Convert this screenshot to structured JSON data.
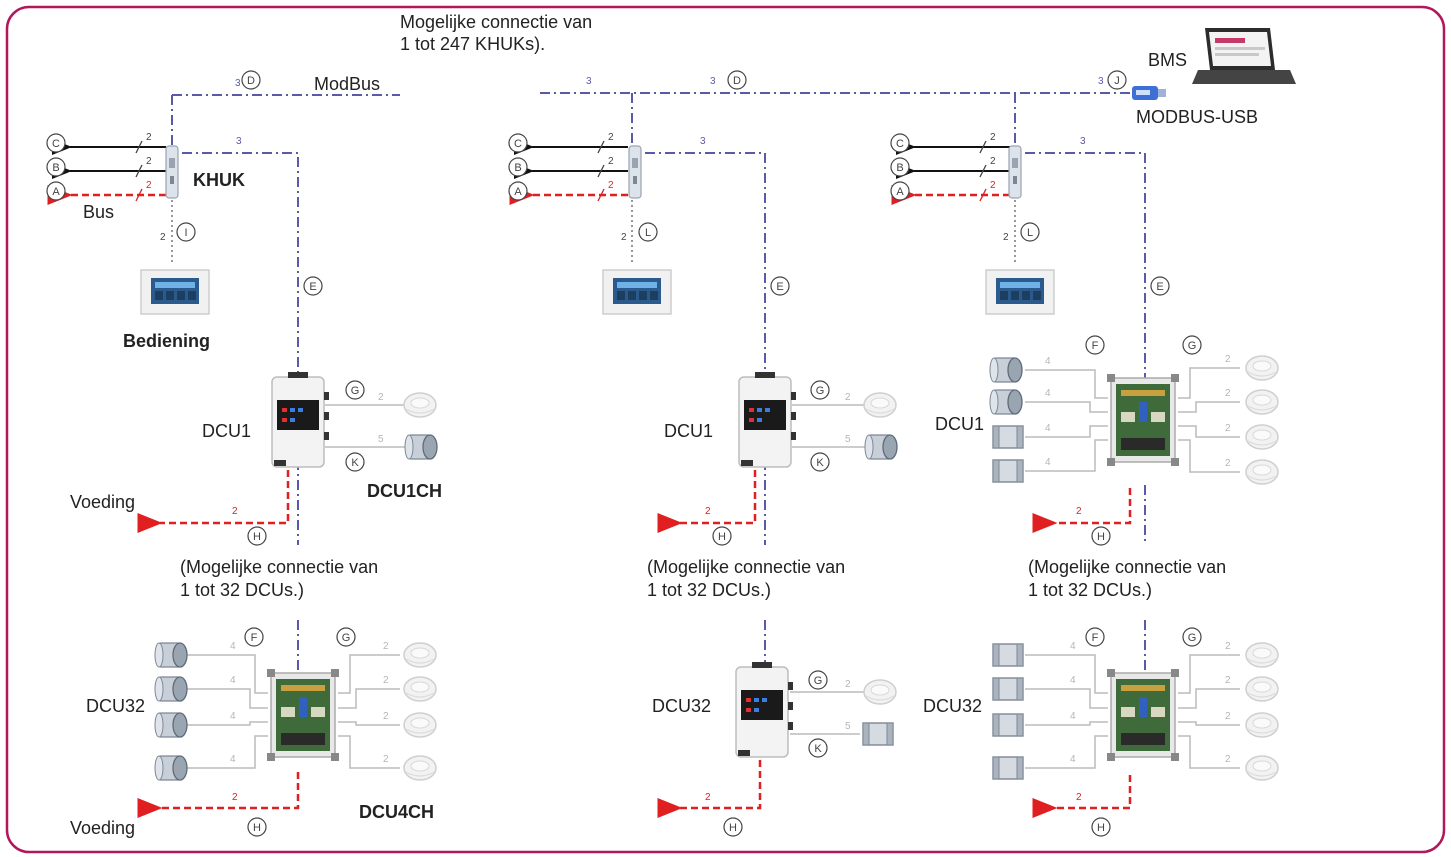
{
  "labels": {
    "possible_khuk_line1": "Mogelijke connectie van",
    "possible_khuk_line2": "1 tot 247 KHUKs).",
    "bms": "BMS",
    "modbus_usb": "MODBUS-USB",
    "modbus": "ModBus",
    "khuk": "KHUK",
    "bus": "Bus",
    "bediening": "Bediening",
    "dcu1": "DCU1",
    "dcu32": "DCU32",
    "dcu1ch": "DCU1CH",
    "dcu4ch": "DCU4CH",
    "voeding": "Voeding",
    "possible_dcu_line1": "(Mogelijke connectie van",
    "possible_dcu_line2": "1 tot 32 DCUs.)"
  },
  "markers": {
    "a": "A",
    "b": "B",
    "c": "C",
    "d": "D",
    "e": "E",
    "f": "F",
    "g": "G",
    "h": "H",
    "i": "I",
    "j": "J",
    "k": "K",
    "l": "L"
  },
  "wire_counts": {
    "two": "2",
    "three": "3",
    "four": "4",
    "five": "5"
  },
  "colors": {
    "frame": "#b0185c",
    "modbus_line": "#5a5aa8",
    "power_line": "#e02020",
    "signal_line": "#111111",
    "device_line": "#bbbbbb"
  }
}
